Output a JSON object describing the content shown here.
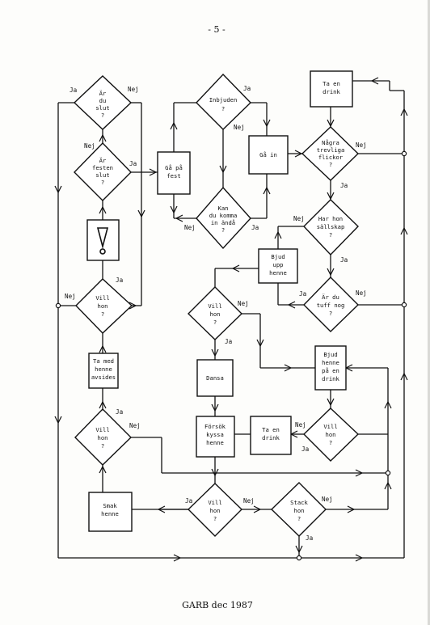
{
  "page_number": "- 5 -",
  "footer": "GARB dec 1987",
  "nodes": {
    "ar_du_slut": [
      "Är",
      "du",
      "slut",
      "?"
    ],
    "ar_festen_slut": [
      "Är",
      "festen",
      "slut",
      "?"
    ],
    "warning": "!",
    "vill_hon_left": [
      "Vill",
      "hon",
      "?"
    ],
    "ta_med_henne": [
      "Ta med",
      "henne",
      "avsides"
    ],
    "vill_hon_bottom_left": [
      "Vill",
      "hon",
      "?"
    ],
    "smak_henne": [
      "Smak",
      "henne"
    ],
    "inbjuden": [
      "Inbjuden",
      "?"
    ],
    "ga_pa_fest": [
      "Gå på",
      "fest"
    ],
    "kan_du_komma": [
      "Kan",
      "du komma",
      "in ändå",
      "?"
    ],
    "ga_in": "Gå in",
    "ta_en_drink_top": [
      "Ta en",
      "drink"
    ],
    "nagra_flickor": [
      "Några",
      "trevliga",
      "flickor",
      "?"
    ],
    "har_hon_sallskap": [
      "Har hon",
      "sällskap",
      "?"
    ],
    "bjud_upp": [
      "Bjud",
      "upp",
      "henne"
    ],
    "ar_du_tuff": [
      "Är du",
      "tuff nog",
      "?"
    ],
    "vill_hon_middle": [
      "Vill",
      "hon",
      "?"
    ],
    "dansa": "Dansa",
    "bjud_pa_drink": [
      "Bjud",
      "henne",
      "på en",
      "drink"
    ],
    "vill_hon_right": [
      "Vill",
      "hon",
      "?"
    ],
    "ta_en_drink_mid": [
      "Ta en",
      "drink"
    ],
    "forsok_kyssa": [
      "Försök",
      "kyssa",
      "henne"
    ],
    "vill_hon_bottom": [
      "Vill",
      "hon",
      "?"
    ],
    "stack_hon": [
      "Stack",
      "hon",
      "?"
    ]
  },
  "answers": {
    "ja": "Ja",
    "nej": "Nej"
  }
}
